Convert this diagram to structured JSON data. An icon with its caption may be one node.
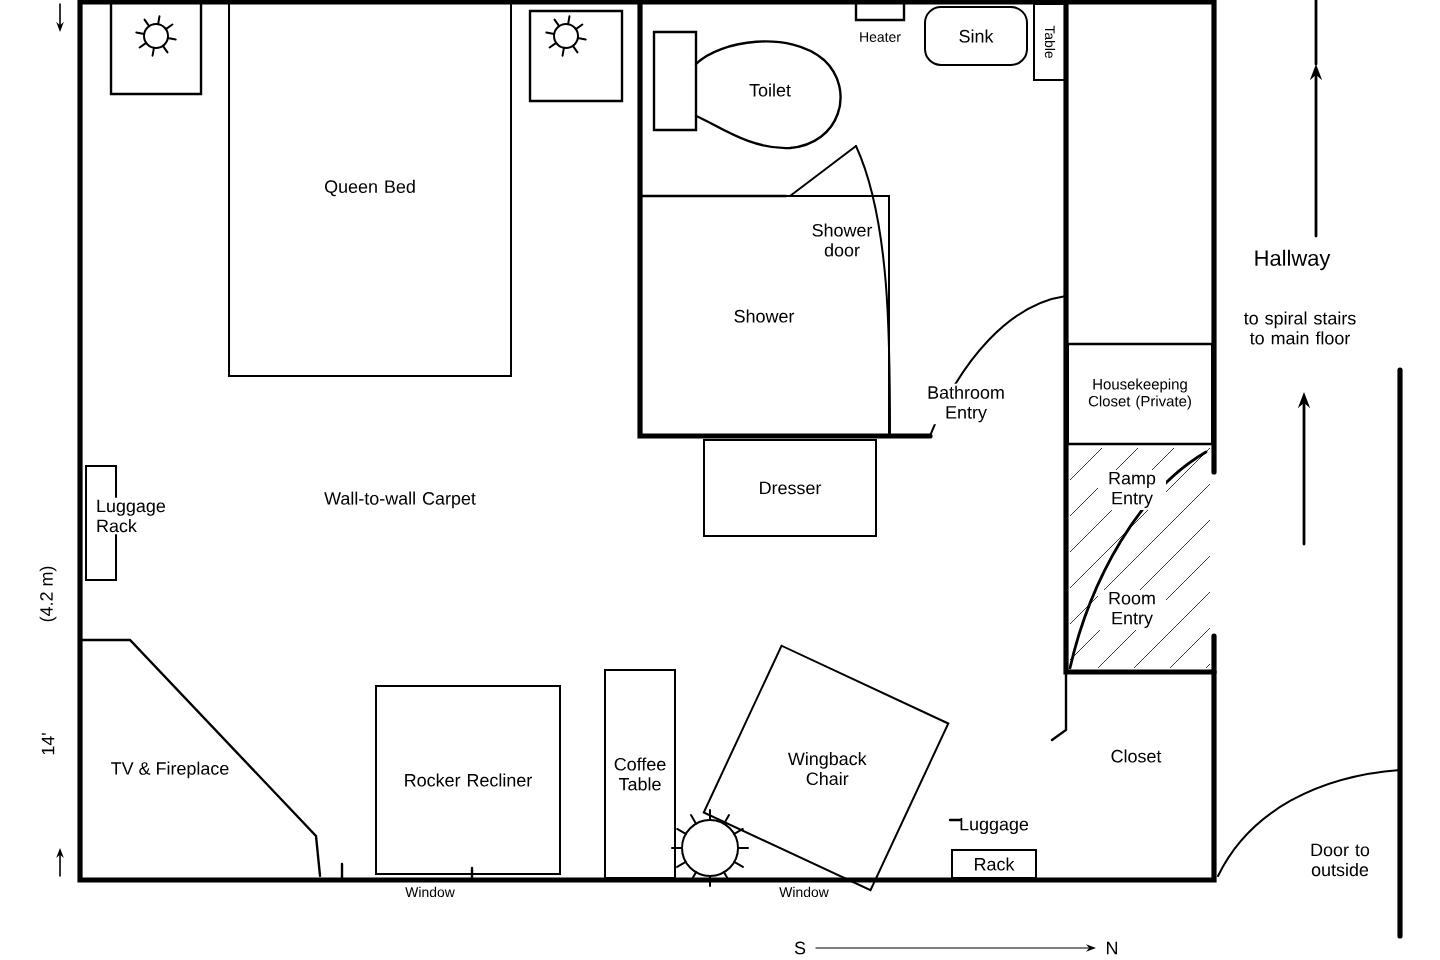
{
  "diagram": {
    "nodes": [
      {
        "text": [],
        "shape": "box"
      },
      {
        "text": [
          "Queen Bed"
        ]
      },
      {
        "text": [],
        "shape": "box"
      },
      {
        "text": [],
        "shape": "box",
        "beside": [
          "Heater"
        ]
      },
      {
        "text": [
          "Toilet"
        ]
      },
      {
        "text": [
          "Sink"
        ]
      },
      {
        "text": [
          "Table"
        ]
      },
      {
        "text": [
          "Shower"
        ]
      },
      {
        "text": [
          "Housekeeping Closet (Private)"
        ]
      },
      {
        "text": [
          "Dresser"
        ]
      },
      {
        "text": [
          "Luggage Rack"
        ]
      },
      {
        "text": [
          "TV & Fireplace"
        ]
      },
      {
        "text": [
          "Rocker Recliner"
        ]
      },
      {
        "text": [
          "Coffee Table"
        ]
      },
      {
        "text": [
          "Wingback Chair"
        ]
      },
      {
        "text": [
          "Luggage",
          "Rack"
        ]
      }
    ],
    "labels": [
      "Shower door",
      "Bathroom Entry",
      "Hallway",
      "to spiral stairs to main floor",
      "Wall-to-wall Carpet",
      "Ramp Entry",
      "Room Entry",
      "(4.2 m)",
      "14'",
      "Window",
      "Closet",
      "Window",
      "Door to outside",
      "S",
      "N"
    ]
  }
}
